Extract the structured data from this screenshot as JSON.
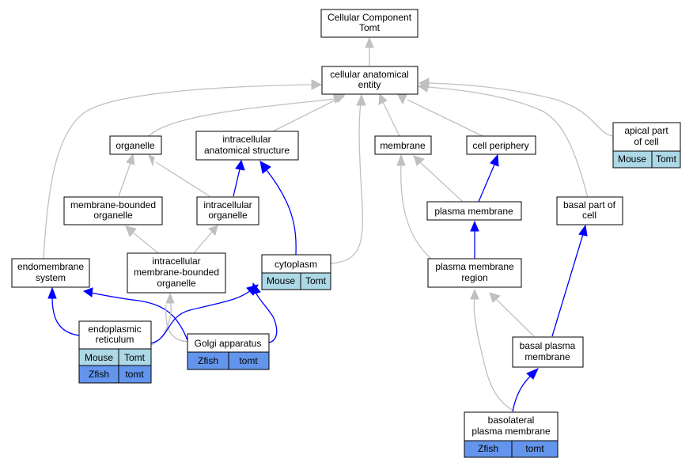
{
  "nodes": {
    "root": {
      "lines": [
        "Cellular Component",
        "Tomt"
      ]
    },
    "cae": {
      "lines": [
        "cellular anatomical",
        "entity"
      ]
    },
    "organelle": {
      "lines": [
        "organelle"
      ]
    },
    "ias": {
      "lines": [
        "intracellular",
        "anatomical structure"
      ]
    },
    "membrane": {
      "lines": [
        "membrane"
      ]
    },
    "cellperiphery": {
      "lines": [
        "cell periphery"
      ]
    },
    "apical": {
      "lines": [
        "apical part",
        "of cell"
      ],
      "cells": [
        "Mouse",
        "Tomt"
      ]
    },
    "mbo": {
      "lines": [
        "membrane-bounded",
        "organelle"
      ]
    },
    "io": {
      "lines": [
        "intracellular",
        "organelle"
      ]
    },
    "pm": {
      "lines": [
        "plasma membrane"
      ]
    },
    "basalpart": {
      "lines": [
        "basal part of",
        "cell"
      ]
    },
    "endo": {
      "lines": [
        "endomembrane",
        "system"
      ]
    },
    "imbo": {
      "lines": [
        "intracellular",
        "membrane-bounded",
        "organelle"
      ]
    },
    "cytoplasm": {
      "lines": [
        "cytoplasm"
      ],
      "cells": [
        "Mouse",
        "Tomt"
      ]
    },
    "pmr": {
      "lines": [
        "plasma membrane",
        "region"
      ]
    },
    "er": {
      "lines": [
        "endoplasmic",
        "reticulum"
      ],
      "cells": [
        "Mouse",
        "Tomt",
        "Zfish",
        "tomt"
      ]
    },
    "golgi": {
      "lines": [
        "Golgi apparatus"
      ],
      "cells": [
        "Zfish",
        "tomt"
      ]
    },
    "bpm": {
      "lines": [
        "basal plasma",
        "membrane"
      ]
    },
    "blpm": {
      "lines": [
        "basolateral",
        "plasma membrane"
      ],
      "cells": [
        "Zfish",
        "tomt"
      ]
    }
  },
  "colors": {
    "gray_edge": "#c0c0c0",
    "blue_edge": "#0000ff",
    "mouse_cell": "#add8e6",
    "zfish_cell": "#6495ed"
  }
}
